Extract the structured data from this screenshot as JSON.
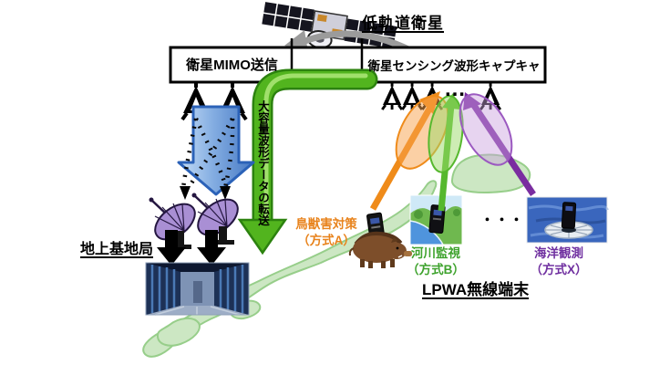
{
  "satellite": {
    "label": "低軌道衛星"
  },
  "relay": {
    "mimo_tx_label": "衛星MIMO送信",
    "sensing_capture_label": "衛星センシング波形キャプキャ",
    "antenna_ellipsis": "…"
  },
  "transfer": {
    "label": "大容量波形データの転送"
  },
  "ground_station": {
    "label": "地上基地局"
  },
  "terminals": {
    "heading": "LPWA無線端末",
    "ellipsis": "・・・",
    "items": [
      {
        "label": "鳥獣害対策",
        "method": "（方式A）",
        "accent": "#e8831c"
      },
      {
        "label": "河川監視",
        "method": "（方式B）",
        "accent": "#3fa32e"
      },
      {
        "label": "海洋観測",
        "method": "（方式X）",
        "accent": "#7030a0"
      }
    ]
  },
  "colors": {
    "transfer_green": "#52b41e",
    "downlink_blue": "#7fa9e0",
    "orbit_gray": "#9b9b9b",
    "map_green": "#c7e5bd",
    "dish_purple": "#a98fd4"
  }
}
